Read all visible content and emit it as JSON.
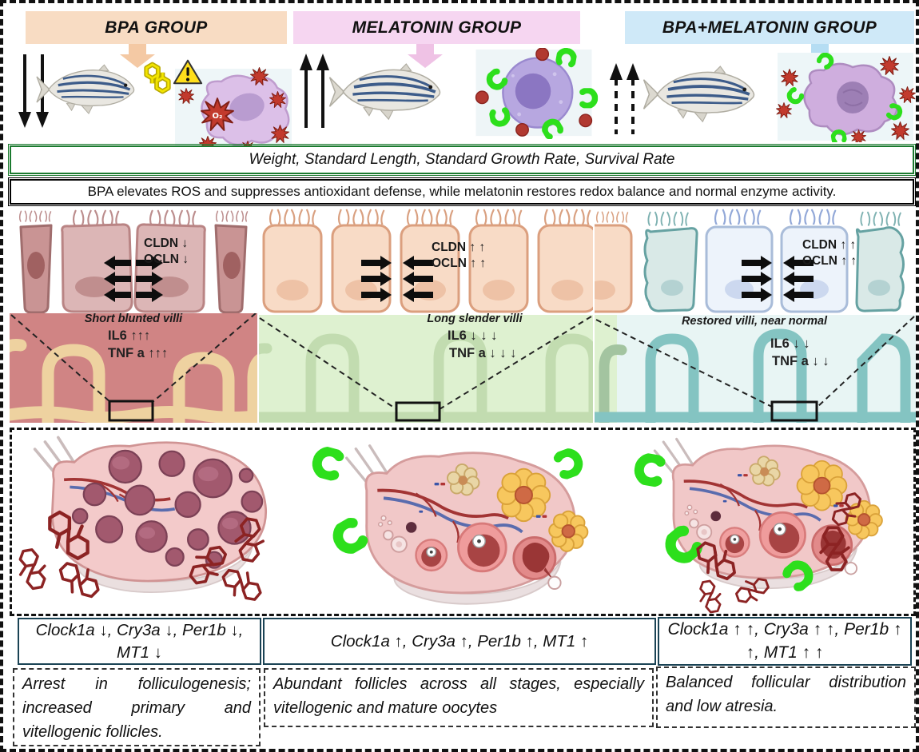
{
  "groups": [
    {
      "title": "BPA GROUP",
      "header_bg": "#f8dcc3",
      "arrow_color": "#f4c9a4",
      "trend": "double down arrows"
    },
    {
      "title": "MELATONIN GROUP",
      "header_bg": "#f6d6f1",
      "arrow_color": "#efc2e5",
      "trend": "double up arrows"
    },
    {
      "title": "BPA+MELATONIN GROUP",
      "header_bg": "#cfe9f8",
      "arrow_color": "#b5ddf3",
      "trend": "double dashed up arrows"
    }
  ],
  "banners": {
    "growth": "Weight, Standard Length, Standard Growth Rate, Survival Rate",
    "redox": "BPA elevates ROS and suppresses antioxidant defense, while melatonin restores redox balance and normal enzyme activity."
  },
  "tight_junctions": [
    {
      "cldn": "CLDN ↓",
      "ocln": "OCLN ↓"
    },
    {
      "cldn": "CLDN ↑ ↑",
      "ocln": "OCLN ↑ ↑"
    },
    {
      "cldn": "CLDN ↑ ↑",
      "ocln": "OCLN ↑ ↑"
    }
  ],
  "villi": [
    {
      "title": "Short blunted villi",
      "il6": "IL6 ↑↑↑",
      "tnf": "TNF a ↑↑↑",
      "bg": "#d08484"
    },
    {
      "title": "Long slender villi",
      "il6": "IL6 ↓ ↓ ↓",
      "tnf": "TNF a ↓ ↓ ↓",
      "bg": "#def1d0"
    },
    {
      "title": "Restored villi, near normal",
      "il6": "IL6 ↓ ↓",
      "tnf": "TNF a ↓ ↓",
      "bg": "#e8f5f4"
    }
  ],
  "genes": [
    {
      "text": "Clock1a ↓, Cry3a ↓, Per1b ↓, MT1 ↓"
    },
    {
      "text": "Clock1a ↑, Cry3a ↑, Per1b ↑, MT1 ↑"
    },
    {
      "text": "Clock1a ↑ ↑, Cry3a ↑ ↑, Per1b ↑ ↑, MT1 ↑ ↑"
    }
  ],
  "descriptions": [
    {
      "text": "Arrest in folliculogenesis; increased primary and vitellogenic follicles."
    },
    {
      "text": "Abundant follicles across all stages, especially vitellogenic and mature oocytes"
    },
    {
      "text": "Balanced follicular distribution and low atresia."
    }
  ],
  "icons": {
    "ros_label": "O₂"
  }
}
